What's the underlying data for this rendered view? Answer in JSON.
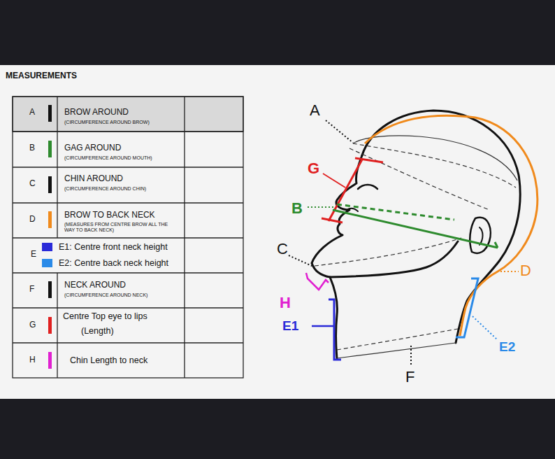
{
  "diagram": {
    "title": "MEASUREMENTS",
    "labels": [
      "A",
      "BROW AROUND",
      "(CIRCUMFERENCE AROUND BROW)",
      "B",
      "GAG AROUND",
      "(CIRCUMFERENCE AROUND MOUTH)",
      "C",
      "CHIN AROUND",
      "(CIRCUMFERENCE AROUND CHIN)",
      "D",
      "BROW TO BACK NECK",
      "(MEASURES FROM CENTRE BROW ALL THE WAY TO BACK NECK)",
      "E",
      "E1: Centre front neck height",
      "E2: Centre back neck height",
      "F",
      "NECK AROUND",
      "(CIRCUMFERENCE AROUND NECK)",
      "G",
      "Centre Top eye to lips",
      "(Length)",
      "H",
      "Chin Length to neck",
      "A",
      "G",
      "B",
      "C",
      "D",
      "H",
      "E1",
      "E2",
      "F"
    ]
  }
}
